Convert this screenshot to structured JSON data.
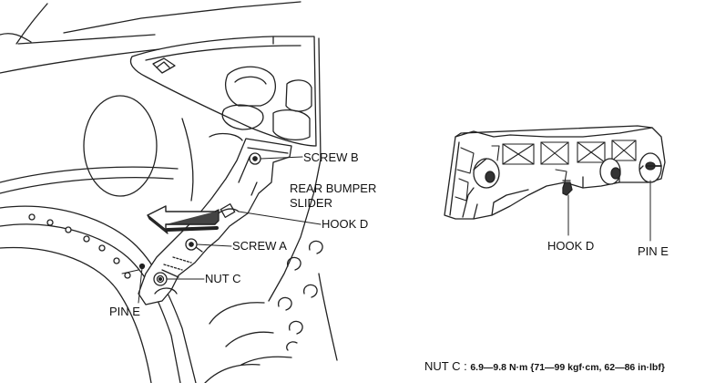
{
  "labels": {
    "screw_b": "SCREW B",
    "rear_bumper_slider_line1": "REAR BUMPER",
    "rear_bumper_slider_line2": "SLIDER",
    "hook_d": "HOOK D",
    "screw_a": "SCREW A",
    "nut_c": "NUT C",
    "pin_e": "PIN E"
  },
  "detail_labels": {
    "hook_d": "HOOK D",
    "pin_e": "PIN E"
  },
  "torque_spec": {
    "name": "NUT C",
    "separator": " : ",
    "value": "6.9—9.8 N·m {71—99 kgf·cm, 62—86 in·lbf}"
  }
}
